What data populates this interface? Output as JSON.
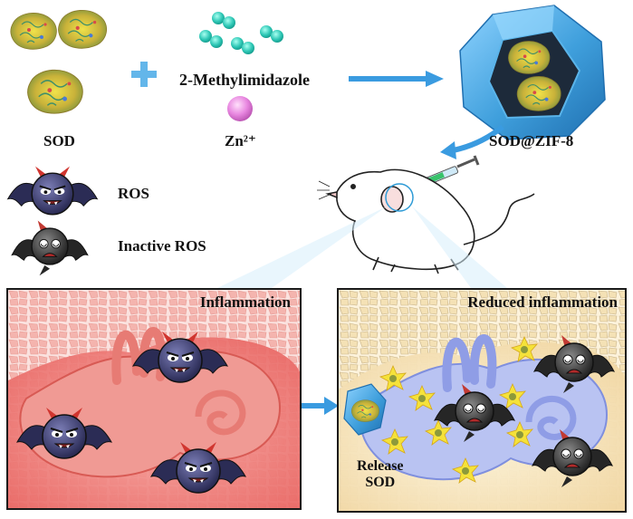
{
  "top_row": {
    "sod_label": "SOD",
    "linker_label": "2-Methylimidazole",
    "zinc_label": "Zn²⁺",
    "product_label": "SOD@ZIF-8"
  },
  "legend": {
    "ros_label": "ROS",
    "inactive_label": "Inactive ROS"
  },
  "panels": {
    "left_title": "Inflammation",
    "right_title": "Reduced inflammation",
    "release_line1": "Release",
    "release_line2": "SOD"
  },
  "colors": {
    "zif_blue": "#4aa8e0",
    "linker_teal": "#2ec7b5",
    "zinc_pink": "#e87ae0",
    "inflamed_red": "#e8625f",
    "calm_blue": "#a9b6ee",
    "ros_purple": "#3e3f6e",
    "arrow_blue": "#3a9be0"
  },
  "icons": {
    "plus": "plus-icon",
    "arrow": "arrow-right-icon",
    "rat": "rat-icon",
    "syringe": "syringe-icon",
    "ros": "bat-monster-icon"
  }
}
